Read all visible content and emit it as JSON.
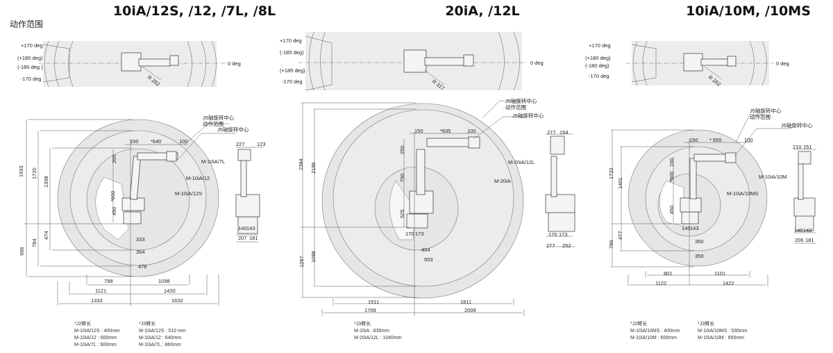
{
  "section_title": "动作范围",
  "panels": [
    {
      "title": "10iA/12S, /12, /7L, /8L",
      "top_view": {
        "deg_labels": [
          "+170 deg",
          "(+180 deg)",
          "(-180 deg )",
          "-170 deg"
        ],
        "zero": "0 deg",
        "radius": "R 262"
      },
      "callouts": [
        "J5轴旋转中心",
        "动作范围",
        "J5轴旋转中心"
      ],
      "models": [
        "M-10iA/7L",
        "M-10iA/12",
        "M-10iA/12S"
      ],
      "dims": [
        "1933",
        "1720",
        "1398",
        "200",
        "*600",
        "450",
        "474",
        "784",
        "996",
        "150",
        "*640",
        "100",
        "333",
        "354",
        "478",
        "798",
        "1098",
        "1121",
        "1420",
        "1333",
        "1632",
        "227",
        "123",
        "140",
        "143",
        "207",
        "181"
      ],
      "notes": [
        {
          "heading": "*J2臂长",
          "rows": [
            "M-10iA/12S : 400mm",
            "M-10iA/12   : 600mm",
            "M-10iA/7L   : 600mm"
          ]
        },
        {
          "heading": "*J3臂长",
          "rows": [
            "M-10iA/12S : 510 mm",
            "M-10iA/12   : 640mm",
            "M-10iA/7L   : 860mm"
          ]
        }
      ]
    },
    {
      "title": "20iA, /12L",
      "top_view": {
        "deg_labels": [
          "+170 deg",
          "(-185 deg)",
          "(+185 deg)",
          "-170 deg"
        ],
        "zero": "0 deg",
        "radius": "R 317"
      },
      "callouts": [
        "J5轴旋转中心",
        "动作范围",
        "J5轴旋转中心"
      ],
      "models": [
        "M-20iA/12L",
        "M-20iA"
      ],
      "dims": [
        "2384",
        "2186",
        "250",
        "790",
        "525",
        "1287",
        "1088",
        "150",
        "*835",
        "100",
        "170",
        "173",
        "404",
        "503",
        "1511",
        "1811",
        "1709",
        "2009",
        "277",
        "154",
        "170",
        "173",
        "277",
        "252"
      ],
      "notes": [
        {
          "heading": "*J3臂长",
          "rows": [
            "M-20iA       : 835mm",
            "M-20iA/12L : 1040mm"
          ]
        }
      ]
    },
    {
      "title": "10iA/10M, /10MS",
      "top_view": {
        "deg_labels": [
          "+170 deg",
          "(+180 deg)",
          "(-180 deg)",
          "-170 deg"
        ],
        "zero": "0 deg",
        "radius": "R 262"
      },
      "callouts": [
        "J5轴旋转中心",
        "动作范围",
        "J5轴旋转中心"
      ],
      "models": [
        "M-10iA/10M",
        "M-10iA/10MS"
      ],
      "dims": [
        "1722",
        "1401",
        "150",
        "*600",
        "450",
        "477",
        "786",
        "150",
        "* 655",
        "100",
        "140",
        "143",
        "350",
        "359",
        "801",
        "1101",
        "1122",
        "1422",
        "210",
        "151",
        "140",
        "143",
        "206",
        "181"
      ],
      "notes": [
        {
          "heading": "*J2臂长",
          "rows": [
            "M-10iA/10MS : 400mm",
            "M-10iA/10M   : 600mm"
          ]
        },
        {
          "heading": "*J3臂长",
          "rows": [
            "M-10iA/10MS : 530mm",
            "M-10iA/10M   : 655mm"
          ]
        }
      ]
    }
  ]
}
